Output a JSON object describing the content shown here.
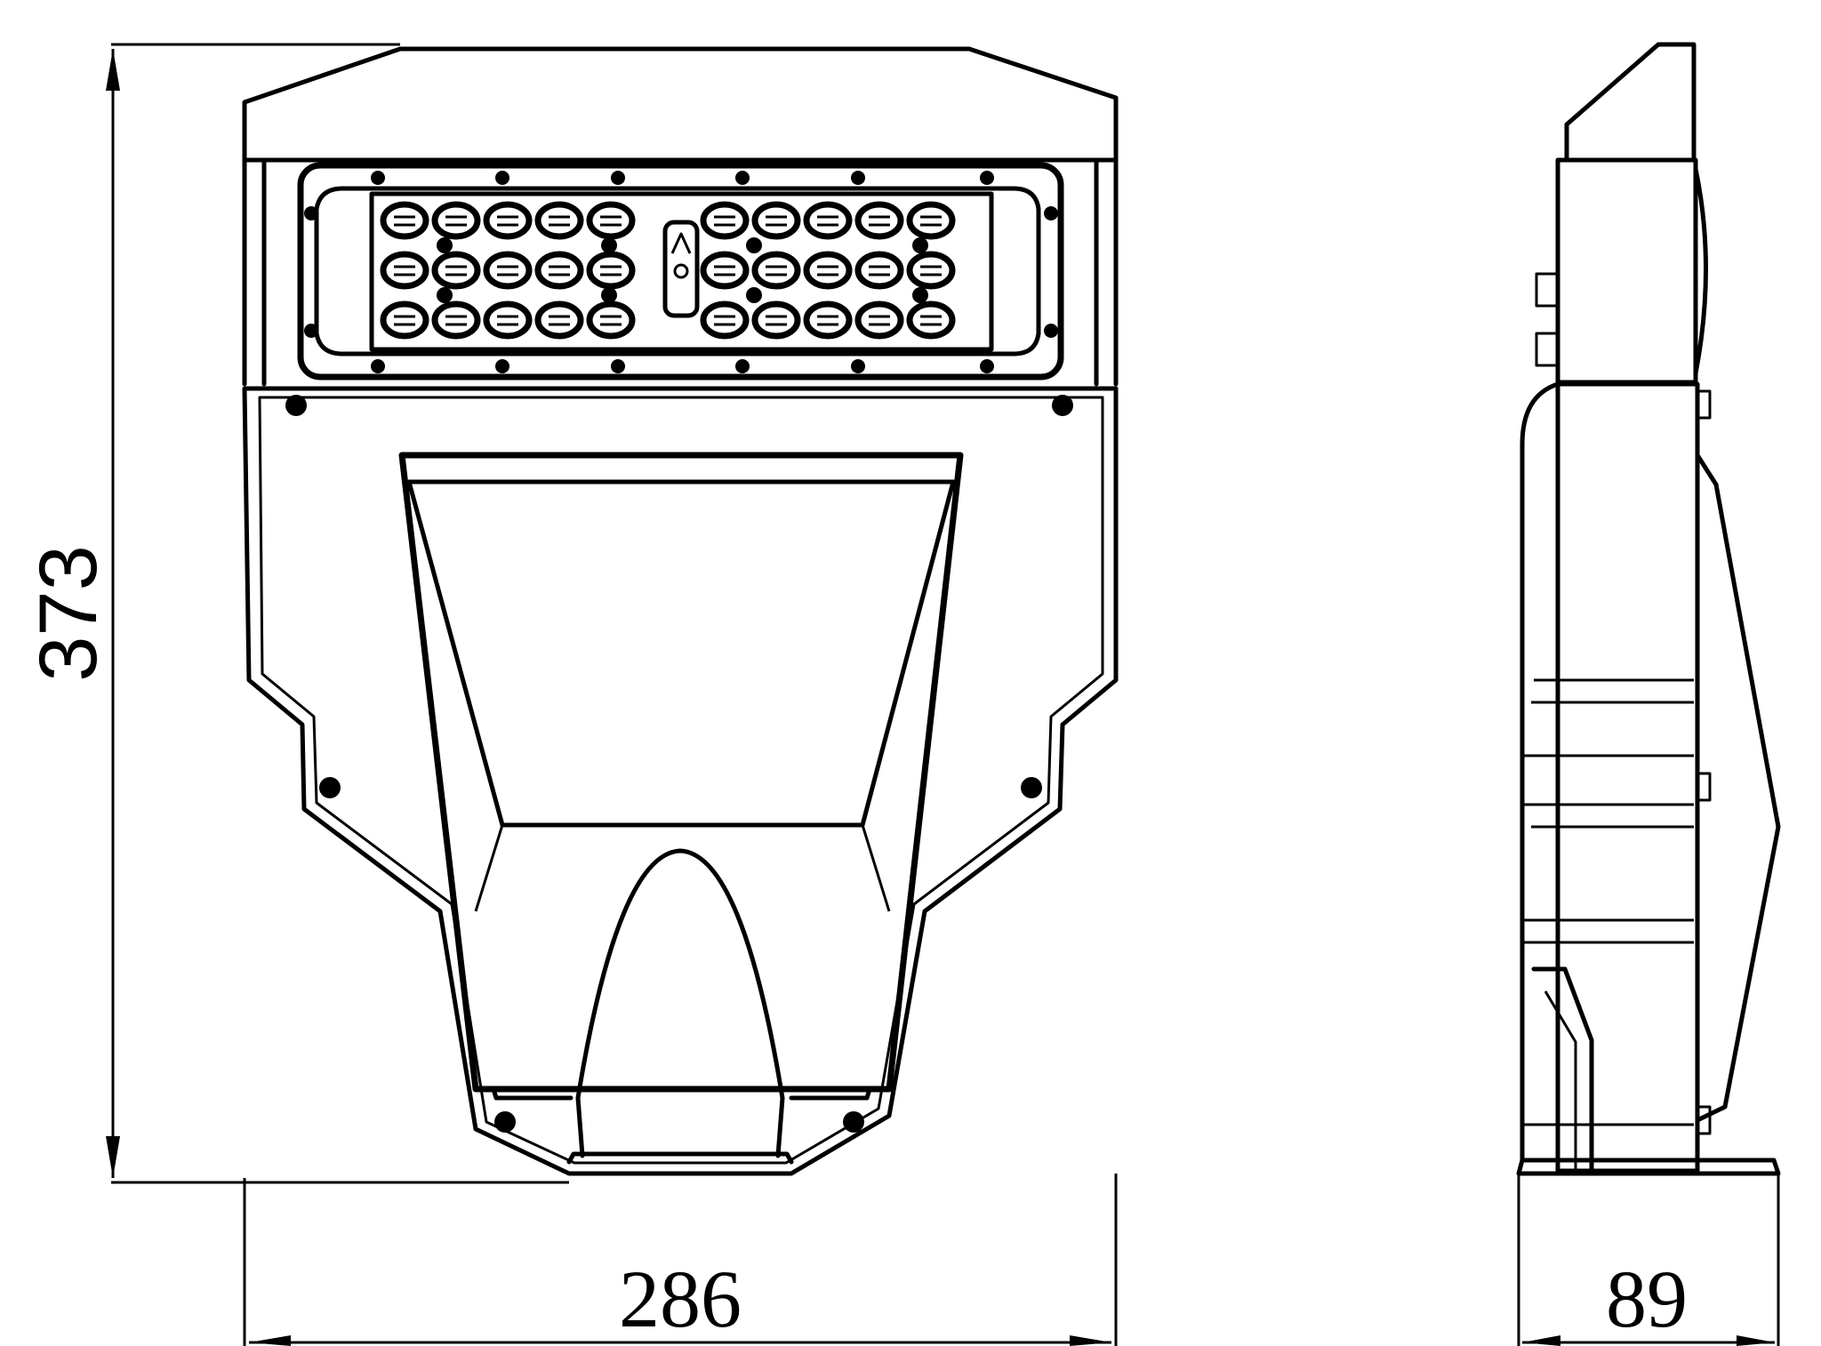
{
  "dimensions": {
    "height": "373",
    "width": "286",
    "depth": "89"
  },
  "led_module": {
    "rows": 3,
    "leds_per_group": 5,
    "groups": 2
  }
}
